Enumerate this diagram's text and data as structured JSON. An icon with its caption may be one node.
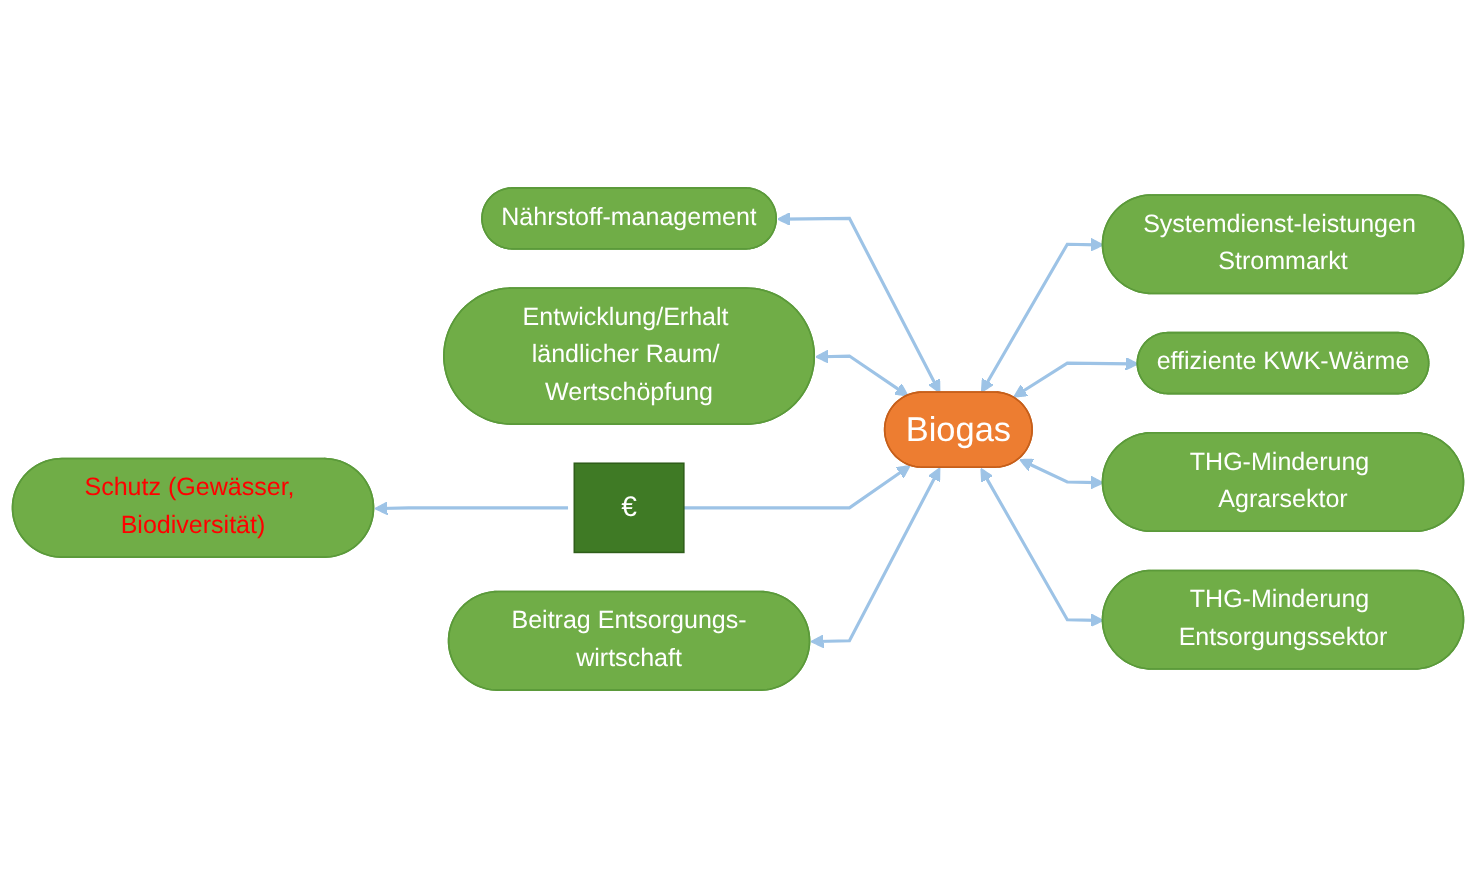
{
  "diagram": {
    "nodes": [
      {
        "text": [
          "Nährstoff-management"
        ]
      },
      {
        "text": [
          "Entwicklung/Erhalt ländlicher Raum/ Wertschöpfung"
        ]
      },
      {
        "text": [
          "Systemdienst-leistungen Strommarkt"
        ]
      },
      {
        "text": [
          "Schutz (Gewässer, Biodiversität)"
        ]
      },
      {
        "text": [
          "€"
        ]
      },
      {
        "text": [
          "Biogas"
        ]
      },
      {
        "text": [
          "effiziente KWK-Wärme"
        ]
      },
      {
        "text": [
          "Beitrag Entsorgungs-wirtschaft"
        ]
      },
      {
        "text": [
          "THG-Minderung Agrarsektor"
        ]
      },
      {
        "text": [
          "THG-Minderung Entsorgungssektor"
        ]
      }
    ],
    "edges": [
      {
        "from": 0,
        "to": 5,
        "arrow": "both"
      },
      {
        "from": 1,
        "to": 5,
        "arrow": "both"
      },
      {
        "from": 4,
        "to": 3,
        "arrow": "to"
      },
      {
        "from": 4,
        "to": 5,
        "arrow": "to"
      },
      {
        "from": 7,
        "to": 5,
        "arrow": "both"
      },
      {
        "from": 5,
        "to": 2,
        "arrow": "both"
      },
      {
        "from": 5,
        "to": 6,
        "arrow": "both"
      },
      {
        "from": 5,
        "to": 8,
        "arrow": "both"
      },
      {
        "from": 5,
        "to": 9,
        "arrow": "both"
      }
    ]
  }
}
